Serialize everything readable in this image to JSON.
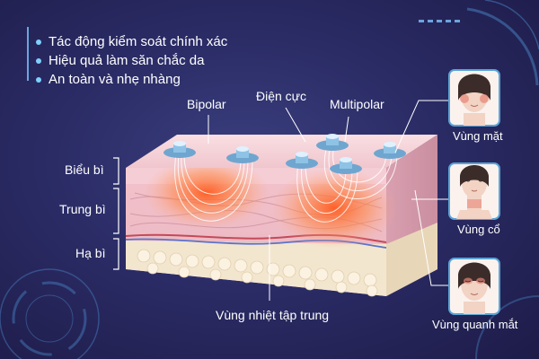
{
  "benefits": [
    "Tác động kiểm soát chính xác",
    "Hiệu quả làm săn chắc da",
    "An toàn và nhẹ nhàng"
  ],
  "labels": {
    "bipolar": "Bipolar",
    "electrode": "Điện cực",
    "multipolar": "Multipolar",
    "heat_zone": "Vùng nhiệt tập trung"
  },
  "layers": {
    "epidermis": "Biểu bì",
    "dermis": "Trung bì",
    "hypodermis": "Hạ bì"
  },
  "areas": [
    {
      "label": "Vùng mặt",
      "icon": "face-cheeks-icon"
    },
    {
      "label": "Vùng cổ",
      "icon": "face-neck-icon"
    },
    {
      "label": "Vùng quanh mắt",
      "icon": "face-eyes-icon"
    }
  ],
  "colors": {
    "background": "#2b2c66",
    "accent": "#5aa4d6",
    "heat": "#ff6a2a",
    "skin_top": "#f6d3d8",
    "fat": "#f3e6cf"
  }
}
